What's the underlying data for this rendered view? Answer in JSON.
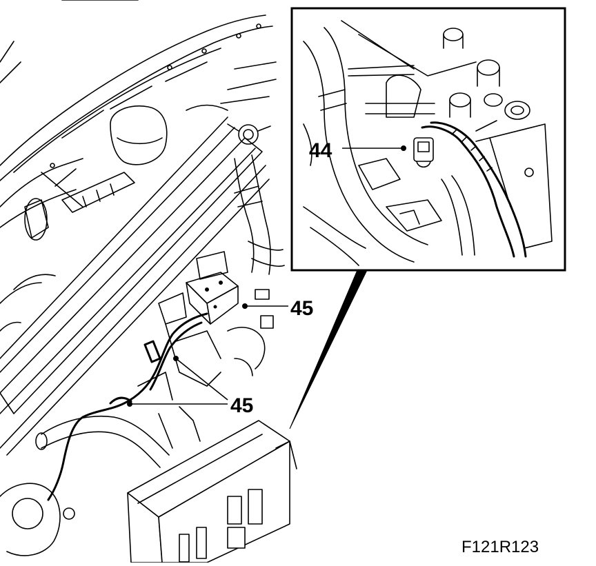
{
  "callouts": {
    "item_44": "44",
    "item_45_upper": "45",
    "item_45_lower": "45"
  },
  "figure_id": "F121R123",
  "colors": {
    "line": "#000000",
    "background": "#ffffff"
  }
}
